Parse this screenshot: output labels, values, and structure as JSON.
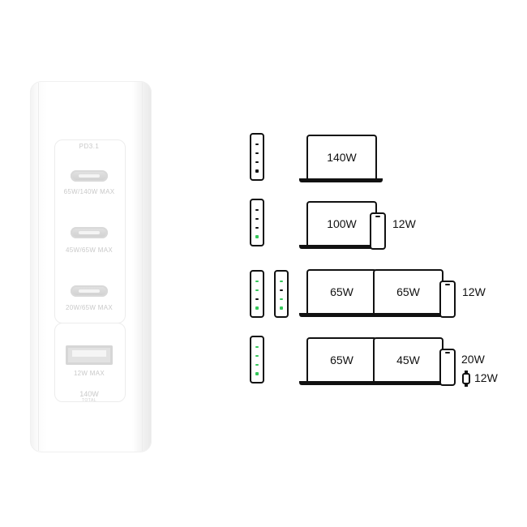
{
  "charger": {
    "pd_label": "PD3.1",
    "ports": [
      {
        "type": "usb-c",
        "label": "65W/140W MAX"
      },
      {
        "type": "usb-c",
        "label": "45W/65W MAX"
      },
      {
        "type": "usb-c",
        "label": "20W/65W MAX"
      },
      {
        "type": "usb-a",
        "label": "12W MAX"
      }
    ],
    "total_value": "140W",
    "total_word": "TOTAL"
  },
  "scenarios": [
    {
      "laptops": [
        "140W"
      ],
      "phone": null,
      "watch": null
    },
    {
      "laptops": [
        "100W"
      ],
      "phone": "12W",
      "watch": null
    },
    {
      "laptops": [
        "65W",
        "65W"
      ],
      "phone": "12W",
      "watch": null
    },
    {
      "laptops": [
        "65W",
        "45W"
      ],
      "phone": "20W",
      "watch": "12W"
    }
  ],
  "colors": {
    "active_port": "#34c759",
    "inactive_port": "#111111",
    "outline": "#111111"
  }
}
